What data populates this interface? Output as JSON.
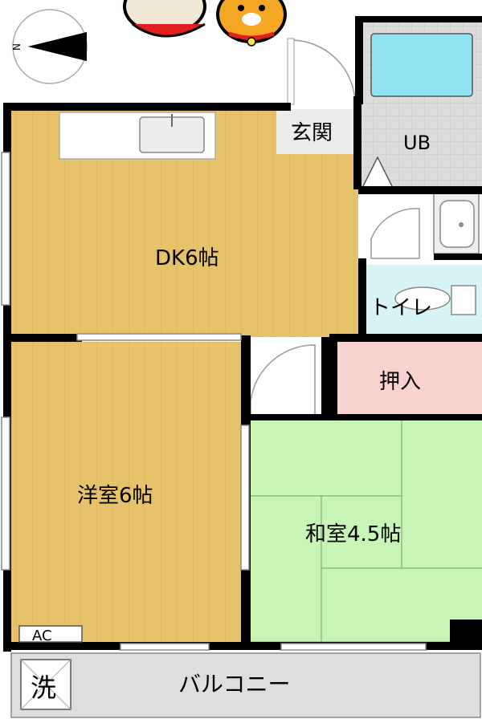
{
  "floorplan": {
    "rooms": {
      "dk": {
        "label": "DK6帖",
        "fill": "#e6c36b"
      },
      "western": {
        "label": "洋室6帖",
        "fill": "#e6c36b"
      },
      "japanese": {
        "label": "和室4.5帖",
        "fill": "#c8f5b5"
      },
      "closet": {
        "label": "押入",
        "fill": "#f8d2cf"
      },
      "toilet": {
        "label": "トイレ",
        "fill": "#d8f3f5"
      },
      "bath": {
        "label": "UB",
        "fill": "#dcdcdc"
      },
      "entrance": {
        "label": "玄関",
        "fill": "#ececec"
      },
      "balcony": {
        "label": "バルコニー",
        "fill": "#dedede"
      }
    },
    "labels": {
      "ac": "AC",
      "laundry": "洗",
      "compass": "N"
    },
    "colors": {
      "wall": "#000000",
      "fixture": "#8fe3f2",
      "floor_lines": "#d8b256"
    }
  }
}
